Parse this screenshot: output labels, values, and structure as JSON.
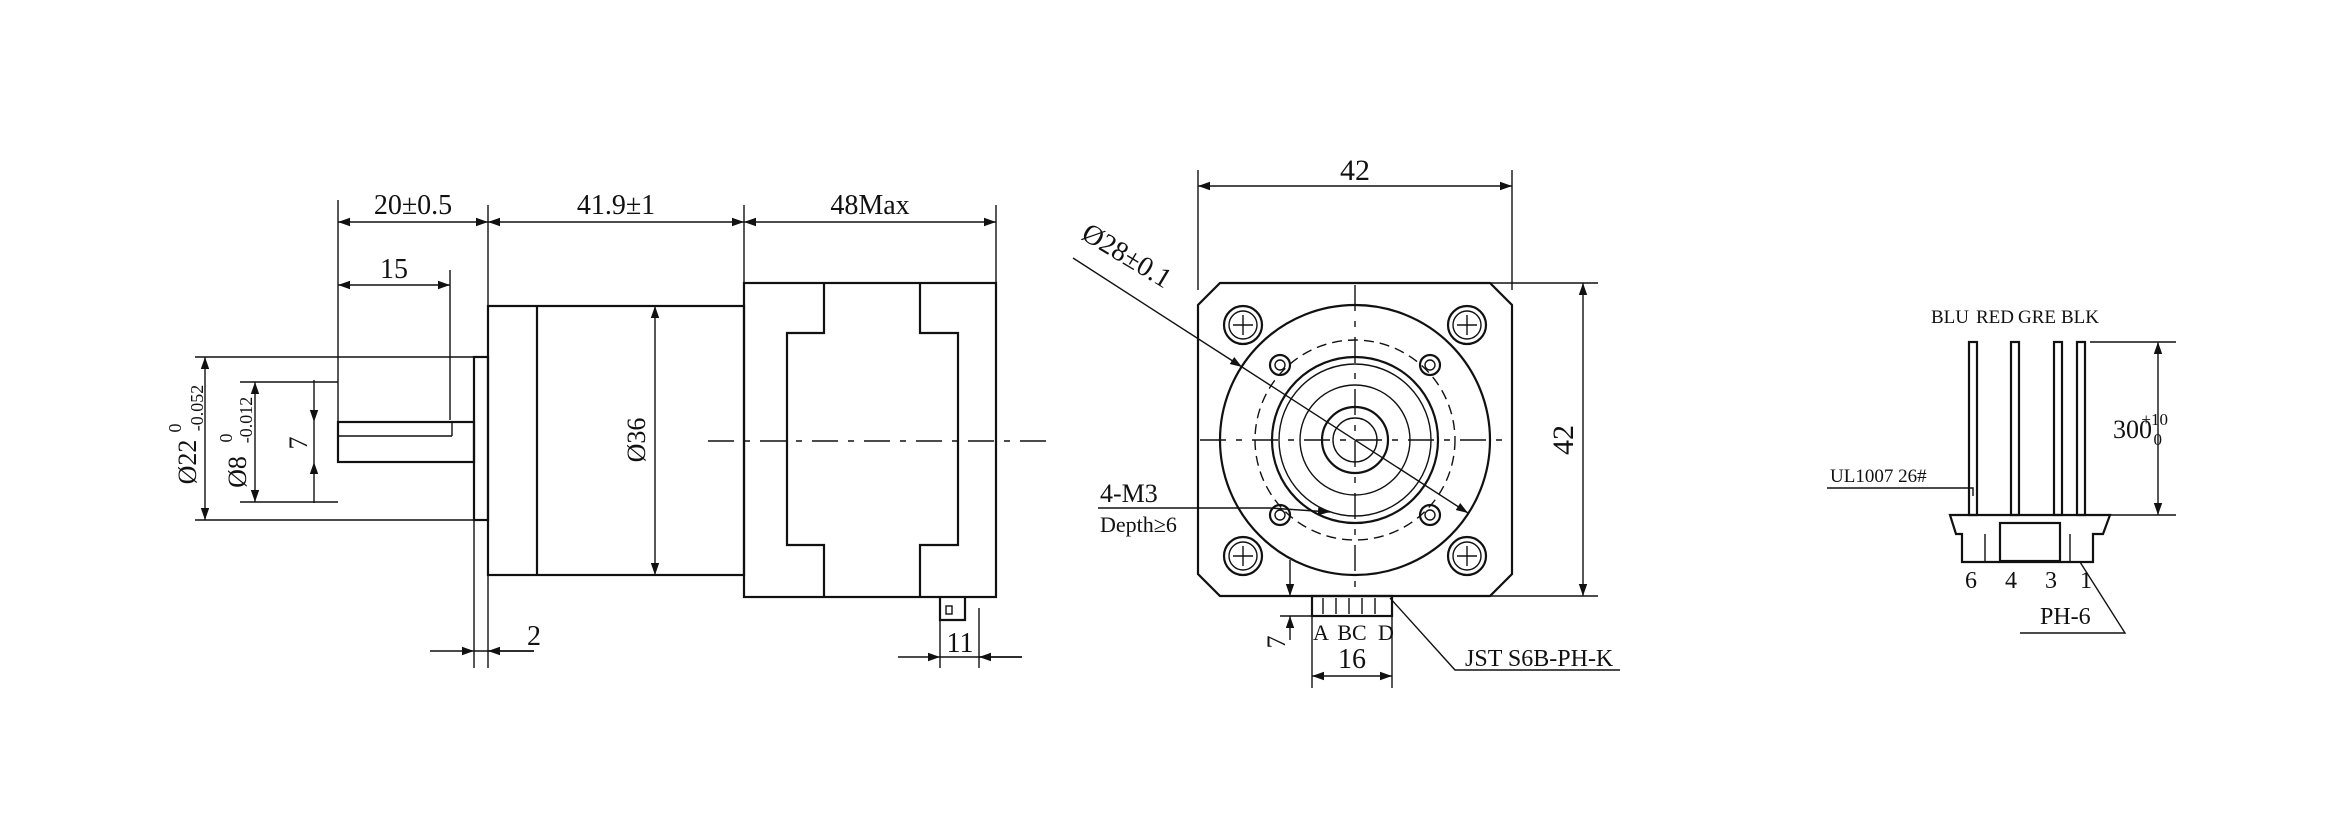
{
  "side_view": {
    "dim_shaft_length": "20±0.5",
    "dim_flat_length": "15",
    "dim_gearbox_length": "41.9±1",
    "dim_motor_length": "48Max",
    "dim_gearbox_body_dia": "Ø36",
    "dim_pilot_dia_base": "Ø22",
    "dim_pilot_dia_upper": "0",
    "dim_pilot_dia_lower": "-0.052",
    "dim_shaft_dia_base": "Ø8",
    "dim_shaft_dia_upper": "0",
    "dim_shaft_dia_lower": "-0.012",
    "dim_flat_depth": "7",
    "dim_pilot_thickness": "2",
    "dim_connector_width": "11"
  },
  "front_view": {
    "dim_width": "42",
    "dim_height": "42",
    "dim_pcd": "Ø28±0.1",
    "dim_thread": "4-M3",
    "dim_thread_depth": "Depth≥6",
    "dim_connector_offset": "7",
    "dim_connector_length": "16",
    "pin_a": "A",
    "pin_bc": "BC",
    "pin_d": "D",
    "connector_label": "JST S6B-PH-K"
  },
  "wiring": {
    "wire_labels": [
      "BLU",
      "RED",
      "GRE",
      "BLK"
    ],
    "lead_length_base": "300",
    "lead_length_upper": "+10",
    "lead_length_lower": "0",
    "wire_spec": "UL1007 26#",
    "pin_numbers": [
      "6",
      "4",
      "3",
      "1"
    ],
    "housing_label": "PH-6"
  }
}
